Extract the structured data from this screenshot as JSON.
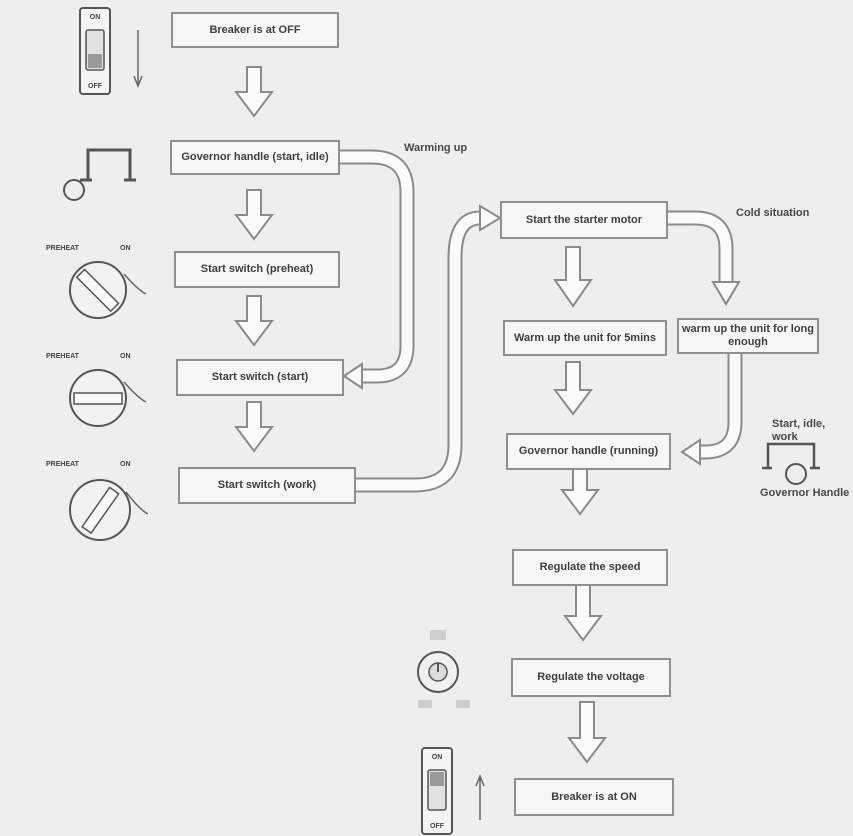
{
  "steps": {
    "breaker_off": "Breaker is at OFF",
    "governor_start_idle": "Governor handle (start, idle)",
    "start_switch_preheat": "Start switch (preheat)",
    "start_switch_start": "Start switch (start)",
    "start_switch_work": "Start switch (work)",
    "start_starter_motor": "Start the starter motor",
    "warm_up_5min": "Warm up the unit for 5mins",
    "warm_up_long": "warm up the unit for long enough",
    "governor_running": "Governor handle (running)",
    "regulate_speed": "Regulate the speed",
    "regulate_voltage": "Regulate the voltage",
    "breaker_on": "Breaker is at ON"
  },
  "annotations": {
    "warming_up": "Warming up",
    "cold_situation": "Cold situation",
    "start_idle_work": "Start, idle, work",
    "governor_handle": "Governor Handle"
  },
  "icons": {
    "preheat": "PREHEAT",
    "on": "ON",
    "off": "OFF"
  },
  "colors": {
    "paper": "#eeeeee",
    "box_border": "#8f8f8f",
    "arrow_stroke": "#8a8a8a"
  }
}
